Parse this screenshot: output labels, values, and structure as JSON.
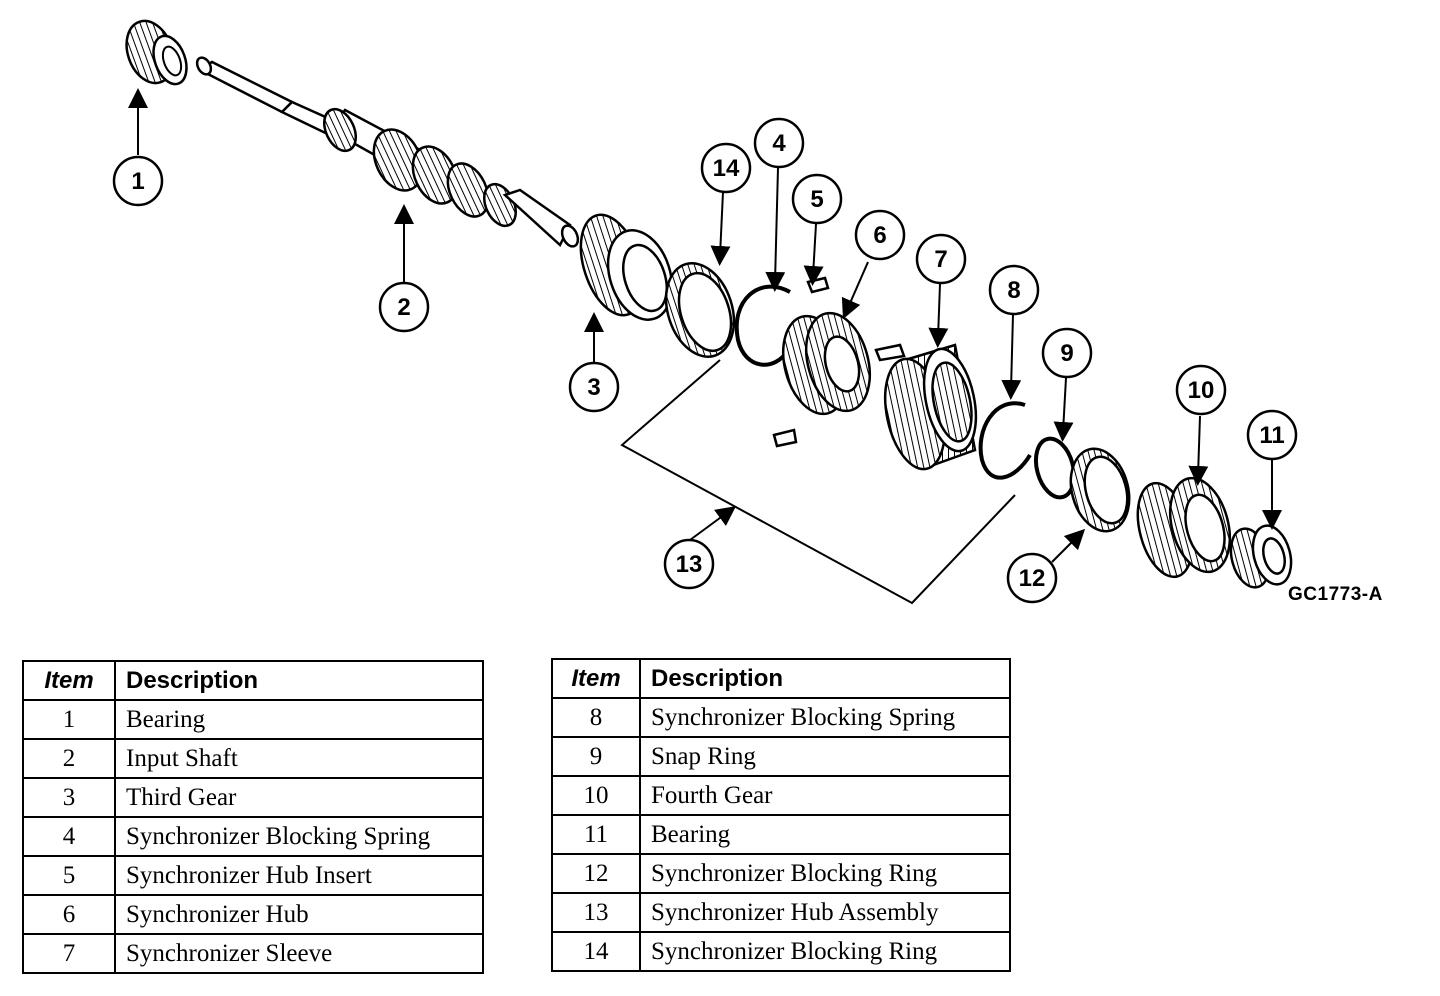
{
  "figure_code": "GC1773-A",
  "callouts": [
    "1",
    "2",
    "3",
    "4",
    "5",
    "6",
    "7",
    "8",
    "9",
    "10",
    "11",
    "12",
    "13",
    "14"
  ],
  "table_headers": {
    "item": "Item",
    "description": "Description"
  },
  "parts_left": [
    {
      "item": "1",
      "description": "Bearing"
    },
    {
      "item": "2",
      "description": "Input Shaft"
    },
    {
      "item": "3",
      "description": "Third Gear"
    },
    {
      "item": "4",
      "description": "Synchronizer Blocking Spring"
    },
    {
      "item": "5",
      "description": "Synchronizer Hub Insert"
    },
    {
      "item": "6",
      "description": "Synchronizer Hub"
    },
    {
      "item": "7",
      "description": "Synchronizer Sleeve"
    }
  ],
  "parts_right": [
    {
      "item": "8",
      "description": "Synchronizer Blocking Spring"
    },
    {
      "item": "9",
      "description": "Snap Ring"
    },
    {
      "item": "10",
      "description": "Fourth Gear"
    },
    {
      "item": "11",
      "description": "Bearing"
    },
    {
      "item": "12",
      "description": "Synchronizer Blocking Ring"
    },
    {
      "item": "13",
      "description": "Synchronizer Hub Assembly"
    },
    {
      "item": "14",
      "description": "Synchronizer Blocking Ring"
    }
  ]
}
